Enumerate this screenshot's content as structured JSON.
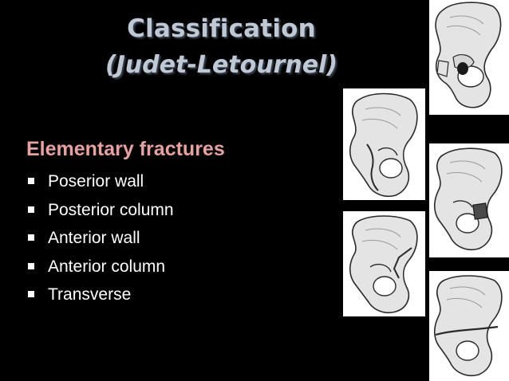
{
  "slide": {
    "title": "Classification",
    "subtitle": "(Judet-Letournel)",
    "heading": "Elementary fractures",
    "bullets": [
      "Poserior wall",
      "Posterior column",
      "Anterior wall",
      "Anterior column",
      "Transverse"
    ]
  },
  "colors": {
    "background": "#000000",
    "title": "#bfc9d6",
    "heading": "#e8a0a0",
    "bullet_text": "#ffffff",
    "bone_fill": "#e4e4e4",
    "bone_outline": "#2a2a2a"
  },
  "illustrations": [
    "posterior-wall-fracture-illustration",
    "posterior-column-fracture-illustration",
    "anterior-wall-fracture-illustration",
    "anterior-column-fracture-illustration",
    "transverse-fracture-illustration"
  ]
}
